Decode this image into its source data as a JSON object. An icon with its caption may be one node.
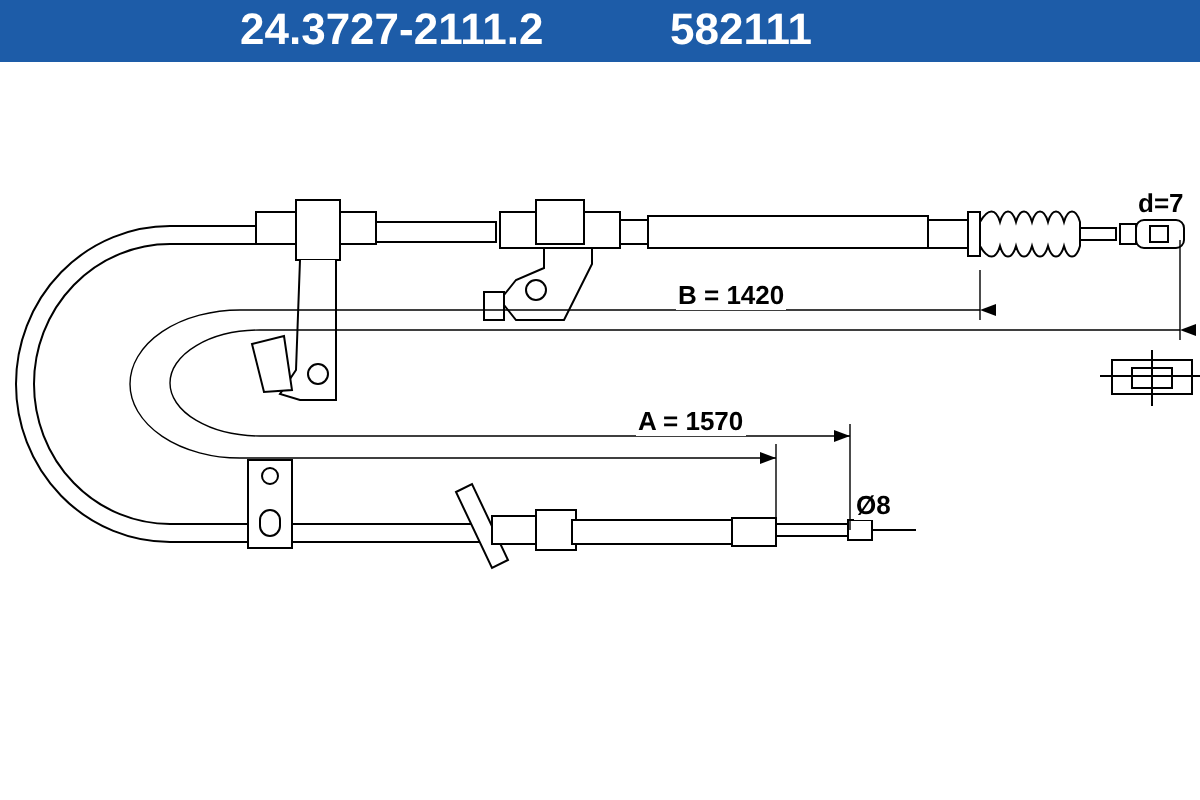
{
  "diagram": {
    "labels": [
      "24.3727-2111.2",
      "582111",
      "d=7",
      "B = 1420",
      "A = 1570",
      "Ø8"
    ]
  }
}
